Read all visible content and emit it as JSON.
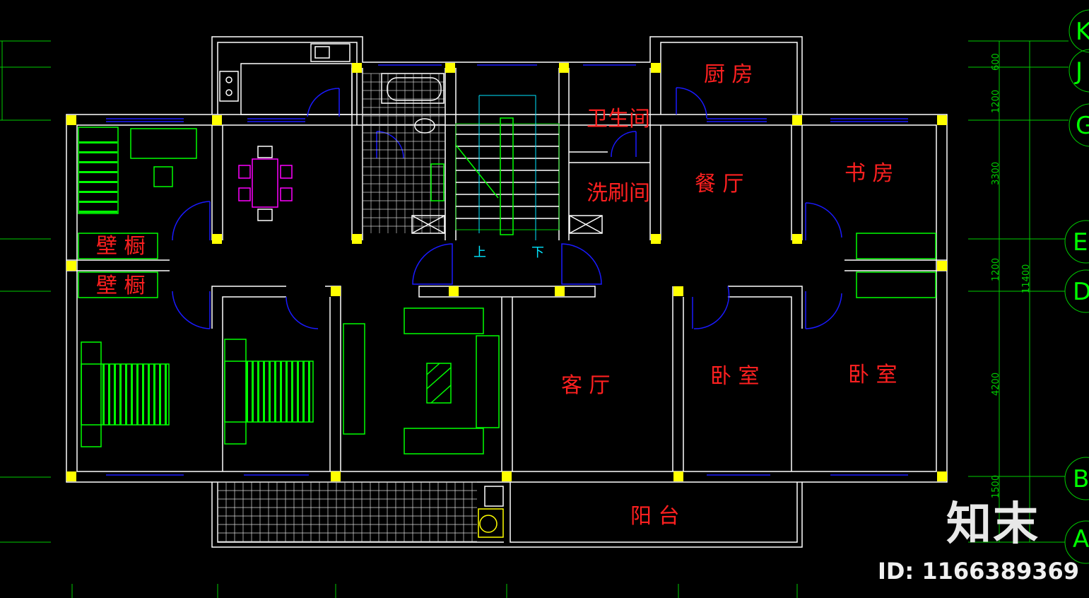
{
  "rooms": {
    "kitchen": "厨 房",
    "toilet": "卫生间",
    "wash": "洗刷间",
    "dining": "餐 厅",
    "study": "书 房",
    "closet_1": "壁 橱",
    "closet_2": "壁 橱",
    "living": "客 厅",
    "bedroom_1": "卧 室",
    "bedroom_2": "卧 室",
    "balcony": "阳 台"
  },
  "stairs": {
    "up": "上",
    "down": "下"
  },
  "dimensions": {
    "segments": [
      "600",
      "1200",
      "3300",
      "1200",
      "4200",
      "1500"
    ],
    "total": "11400"
  },
  "axes": [
    "K",
    "J",
    "G",
    "E",
    "D",
    "B",
    "A"
  ],
  "colors": {
    "background": "#000000",
    "walls": "#ffffff",
    "columns": "#ffff00",
    "windows_doors": "#1a1aff",
    "furniture": "#00ff00",
    "labels": "#ff2020",
    "dimensions": "#00cc00"
  },
  "watermark": {
    "logo": "知末",
    "id": "ID: 1166389369"
  }
}
